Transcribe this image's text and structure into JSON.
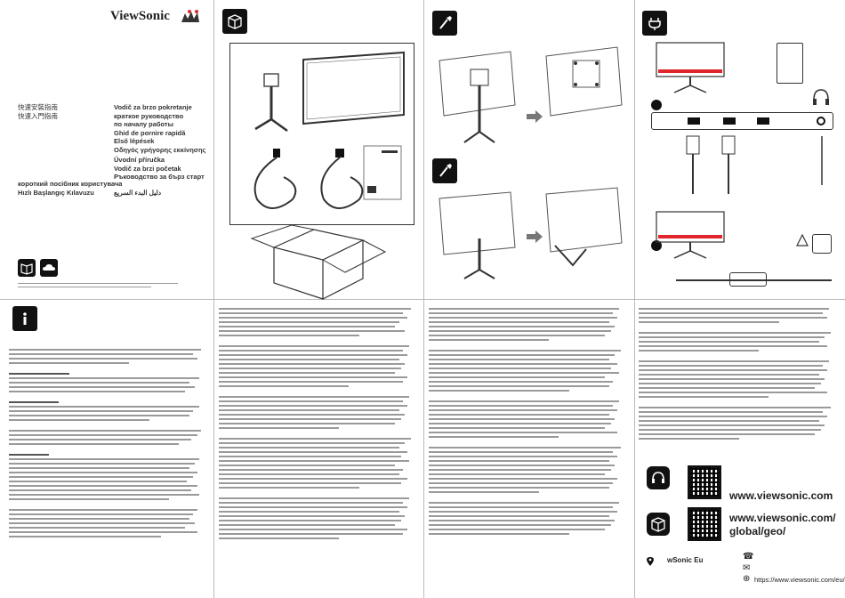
{
  "cover": {
    "brand": "ViewSonic",
    "languages_left": [
      "快速安裝指南",
      "快速入門指南"
    ],
    "languages_right": [
      "Vodič za brzo pokretanje",
      "краткое руководство",
      "по началу работы",
      "Ghid de pornire rapidă",
      "Első lépések",
      "Οδηγός γρήγορης εκκίνησης"
    ],
    "languages_right2": [
      "Úvodní příručka",
      "Vodič za brzi početak",
      "Ръководство за бърз старт"
    ],
    "languages_bottom_left": [
      "короткий посібник користувача",
      "Hızlı Başlangıç Kılavuzu"
    ],
    "languages_bottom_right": "دليل البدء السريع"
  },
  "footer": {
    "url1": "www.viewsonic.com",
    "url2_line1": "www.viewsonic.com/",
    "url2_line2": "global/geo/",
    "social": "wSonic Eu",
    "url3": "https://www.viewsonic.com/eu/"
  },
  "icons": {
    "box": "box-icon",
    "wall_mount": "screwdriver-icon",
    "stand": "screwdriver-icon",
    "power": "plug-icon",
    "info": "info-icon"
  },
  "colors": {
    "black": "#111111",
    "red": "#e0262a"
  }
}
